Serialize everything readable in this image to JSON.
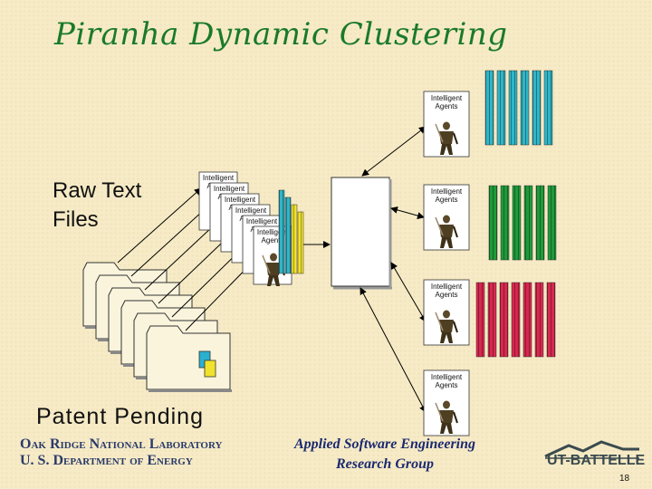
{
  "title": "Piranha Dynamic Clustering",
  "raw_text_files": [
    "Raw Text",
    "Files"
  ],
  "agent_label": "Intelligent Agents",
  "stack_cards": [
    "Intelligent Agents",
    "Intelligent Agents",
    "Intelligent Agents",
    "Intelligent Agents",
    "Intelligent Agents",
    "Intelligent Agents"
  ],
  "right_agents": [
    {
      "label": "Intelligent Agents",
      "cluster_color": "#2fb6c8"
    },
    {
      "label": "Intelligent Agents",
      "cluster_color": "#1f9a3a"
    },
    {
      "label": "Intelligent Agents",
      "cluster_color": "#d8284f"
    },
    {
      "label": "Intelligent Agents",
      "cluster_color": ""
    }
  ],
  "stack_doc_colors": [
    "#2ab0d0",
    "#f2e22c"
  ],
  "patent_pending": "Patent Pending",
  "ornl": [
    "Oak Ridge National Laboratory",
    "U. S. Department of Energy"
  ],
  "applied_software": [
    "Applied Software Engineering",
    "Research Group"
  ],
  "logo_text": "UT-BATTELLE",
  "page_number": "18"
}
